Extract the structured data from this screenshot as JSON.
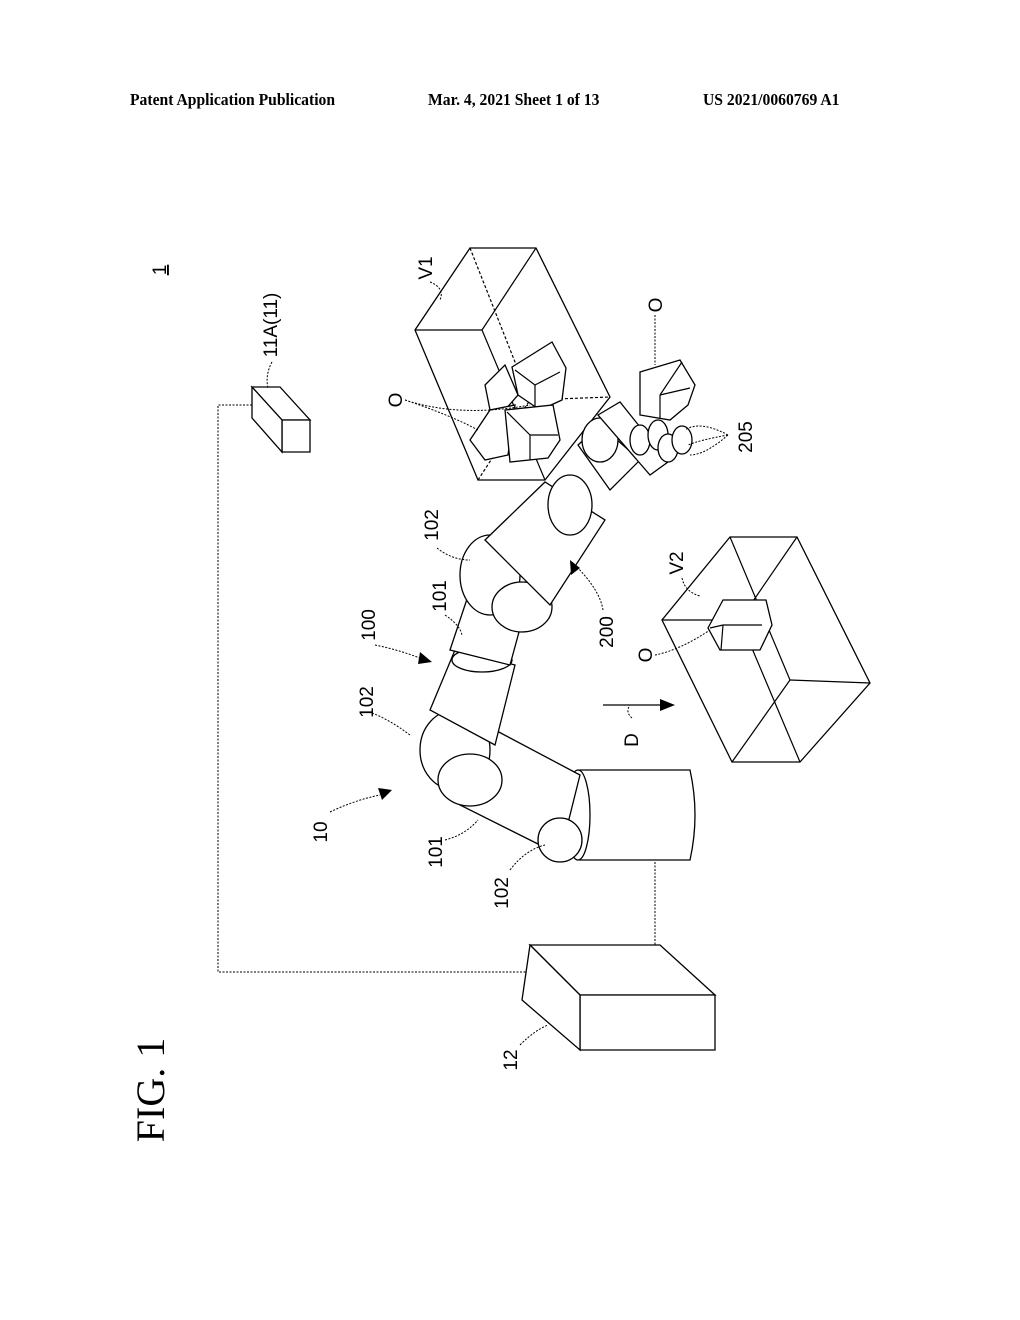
{
  "header": {
    "publication": "Patent Application Publication",
    "date_sheet": "Mar. 4, 2021  Sheet 1 of 13",
    "number": "US 2021/0060769 A1"
  },
  "figure": {
    "title": "FIG. 1",
    "system_ref": "1",
    "labels": {
      "camera": "11A(11)",
      "container_1": "V1",
      "objects_in_v1": "O",
      "held_object": "O",
      "suction_pads": "205",
      "joint_upper": "102",
      "link_upper": "101",
      "arm": "100",
      "hand": "200",
      "container_2": "V2",
      "object_in_v2": "O",
      "joint_mid": "102",
      "direction": "D",
      "robot": "10",
      "link_lower": "101",
      "joint_lower": "102",
      "controller": "12"
    }
  }
}
